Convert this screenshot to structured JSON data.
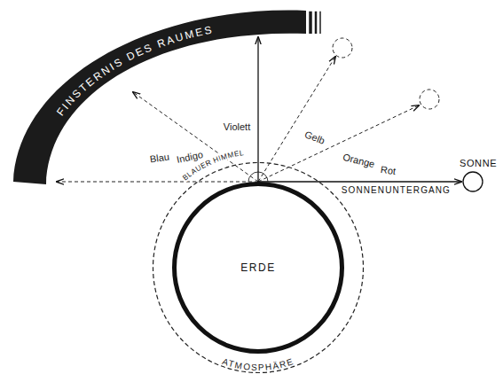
{
  "diagram": {
    "nodes": [
      {
        "text": [
          "FINSTERNIS DES RAUMES"
        ]
      },
      {
        "text": [
          "ATMOSPHÄRE"
        ]
      },
      {
        "text": [
          "ERDE"
        ],
        "in": 1
      },
      {
        "text": [
          "SONNE"
        ]
      }
    ],
    "edges": [
      {
        "from": 2,
        "to": 0,
        "arrow": "to"
      },
      {
        "from": 2,
        "to": 3,
        "label": "SONNENUNTERGANG",
        "arrow": "to"
      }
    ],
    "labels": [
      "Blau",
      "Indigo",
      "Violett",
      "BLAUER HIMMEL",
      "Gelb",
      "Orange",
      "Rot"
    ]
  }
}
